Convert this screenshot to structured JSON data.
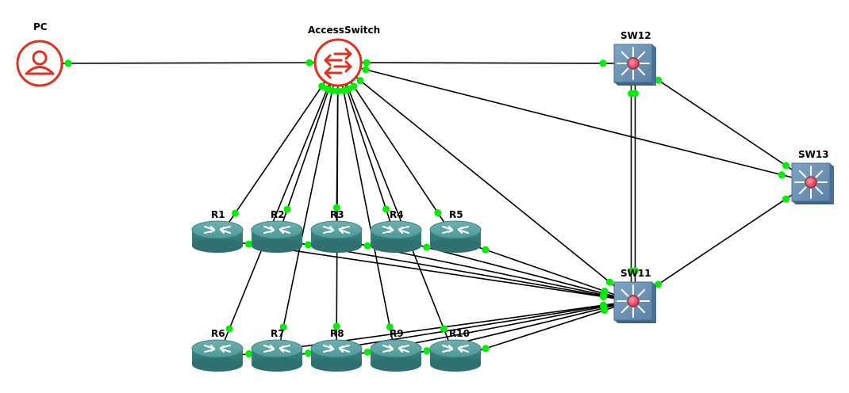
{
  "diagram": {
    "title": "",
    "nodes": {
      "pc": {
        "label": "PC",
        "kind": "host",
        "icon": "person-circle-icon",
        "color": "#e0301e"
      },
      "access_switch": {
        "label": "AccessSwitch",
        "kind": "switch",
        "icon": "switch-arrows-icon",
        "color": "#e0301e"
      },
      "sw11": {
        "label": "SW11",
        "kind": "multilayer-switch",
        "icon": "multilayer-switch-icon",
        "color": "#5f86a8"
      },
      "sw12": {
        "label": "SW12",
        "kind": "multilayer-switch",
        "icon": "multilayer-switch-icon",
        "color": "#5f86a8"
      },
      "sw13": {
        "label": "SW13",
        "kind": "multilayer-switch",
        "icon": "multilayer-switch-icon",
        "color": "#5f86a8"
      },
      "r1": {
        "label": "R1",
        "kind": "router",
        "icon": "router-icon",
        "color": "#3e8a8a"
      },
      "r2": {
        "label": "R2",
        "kind": "router",
        "icon": "router-icon",
        "color": "#3e8a8a"
      },
      "r3": {
        "label": "R3",
        "kind": "router",
        "icon": "router-icon",
        "color": "#3e8a8a"
      },
      "r4": {
        "label": "R4",
        "kind": "router",
        "icon": "router-icon",
        "color": "#3e8a8a"
      },
      "r5": {
        "label": "R5",
        "kind": "router",
        "icon": "router-icon",
        "color": "#3e8a8a"
      },
      "r6": {
        "label": "R6",
        "kind": "router",
        "icon": "router-icon",
        "color": "#3e8a8a"
      },
      "r7": {
        "label": "R7",
        "kind": "router",
        "icon": "router-icon",
        "color": "#3e8a8a"
      },
      "r8": {
        "label": "R8",
        "kind": "router",
        "icon": "router-icon",
        "color": "#3e8a8a"
      },
      "r9": {
        "label": "R9",
        "kind": "router",
        "icon": "router-icon",
        "color": "#3e8a8a"
      },
      "r10": {
        "label": "R10",
        "kind": "router",
        "icon": "router-icon",
        "color": "#3e8a8a"
      }
    },
    "links": [
      [
        "pc",
        "access_switch"
      ],
      [
        "access_switch",
        "sw12"
      ],
      [
        "access_switch",
        "sw13"
      ],
      [
        "access_switch",
        "sw11"
      ],
      [
        "access_switch",
        "r1"
      ],
      [
        "access_switch",
        "r2"
      ],
      [
        "access_switch",
        "r3"
      ],
      [
        "access_switch",
        "r4"
      ],
      [
        "access_switch",
        "r5"
      ],
      [
        "access_switch",
        "r6"
      ],
      [
        "access_switch",
        "r7"
      ],
      [
        "access_switch",
        "r8"
      ],
      [
        "access_switch",
        "r9"
      ],
      [
        "access_switch",
        "r10"
      ],
      [
        "sw12",
        "sw13"
      ],
      [
        "sw12",
        "sw11"
      ],
      [
        "sw12",
        "sw11"
      ],
      [
        "sw13",
        "sw11"
      ],
      [
        "r1",
        "sw11"
      ],
      [
        "r2",
        "sw11"
      ],
      [
        "r3",
        "sw11"
      ],
      [
        "r4",
        "sw11"
      ],
      [
        "r5",
        "sw11"
      ],
      [
        "r6",
        "sw11"
      ],
      [
        "r7",
        "sw11"
      ],
      [
        "r8",
        "sw11"
      ],
      [
        "r9",
        "sw11"
      ],
      [
        "r10",
        "sw11"
      ]
    ],
    "port_color": "#00ee00",
    "link_color": "#000000"
  }
}
